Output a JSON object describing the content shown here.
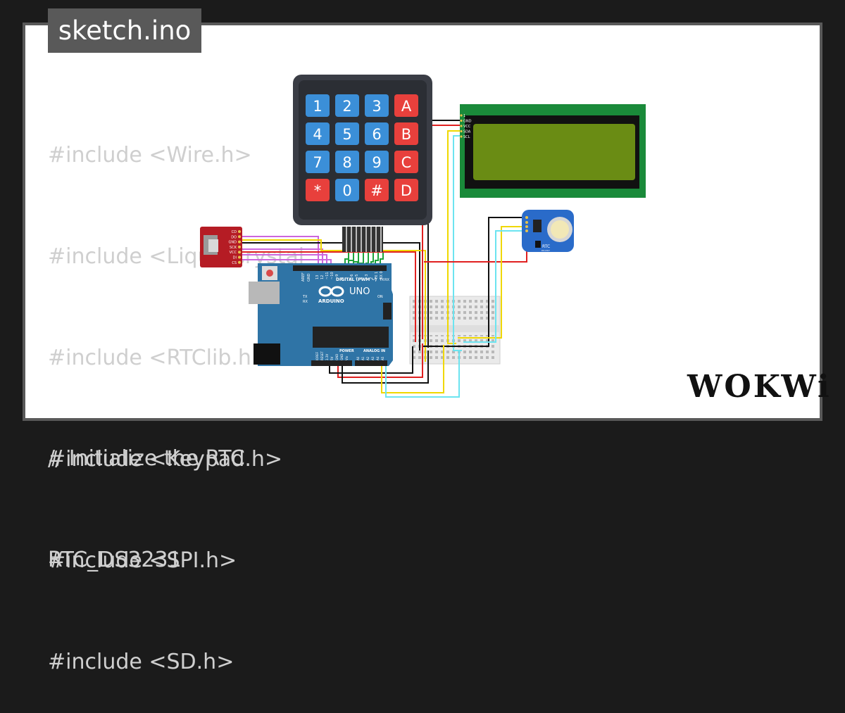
{
  "header": {
    "title": "sketch.ino"
  },
  "code": {
    "lines": [
      "#include <Wire.h>",
      "#include <LiquidCrystal",
      "#include <RTClib.h>",
      "#include <Keypad.h>",
      "#include <SPI.h>",
      "#include <SD.h>"
    ],
    "comment": "// Initialize the RTC",
    "partial": "RTC_DS3231"
  },
  "keypad": {
    "keys": [
      "1",
      "2",
      "3",
      "A",
      "4",
      "5",
      "6",
      "B",
      "7",
      "8",
      "9",
      "C",
      "*",
      "0",
      "#",
      "D"
    ]
  },
  "lcd": {
    "pins": [
      "1",
      "GND",
      "VCC",
      "SDA",
      "SCL"
    ]
  },
  "sd_module": {
    "pins": [
      "CD",
      "DO",
      "GND",
      "SCK",
      "VCC",
      "DI",
      "CS"
    ]
  },
  "rtc": {
    "label": "RTC",
    "sublabel": "DS1307"
  },
  "arduino": {
    "brand": "ARDUINO",
    "model": "UNO",
    "digital_label": "DIGITAL (PWM ~)",
    "analog_label": "ANALOG IN",
    "power_label": "POWER",
    "on_label": "ON",
    "tx_label": "TX",
    "rx_label": "RX",
    "aref": "AREF",
    "gnd": "GND",
    "digital_pins": [
      "13",
      "12",
      "~11",
      "~10",
      "~9",
      "8",
      "7",
      "~6",
      "~5",
      "4",
      "~3",
      "2",
      "TX 1",
      "RX 0"
    ],
    "power_pins": [
      "IOREF",
      "RESET",
      "3.3V",
      "5V",
      "GND",
      "GND",
      "Vin"
    ],
    "analog_pins": [
      "A0",
      "A1",
      "A2",
      "A3",
      "A4",
      "A5"
    ]
  },
  "logo": {
    "text": "WOKWi"
  },
  "colors": {
    "background": "#1b1b1b",
    "frame": "#595959",
    "canvas": "#ffffff",
    "code_text": "#cfcfcf",
    "keypad_body": "#3a3d45",
    "key_blue": "#3b8fd8",
    "key_red": "#e8403c",
    "lcd_board": "#1a8a3a",
    "lcd_screen": "#6a8c14",
    "arduino": "#2f74a6",
    "sd_module": "#b51c24",
    "rtc_board": "#2a6bc9",
    "wire_red": "#e02020",
    "wire_black": "#111111",
    "wire_yellow": "#f0d800",
    "wire_cyan": "#6ce4f0",
    "wire_violet": "#cc66dd",
    "wire_green": "#1ea33a"
  }
}
